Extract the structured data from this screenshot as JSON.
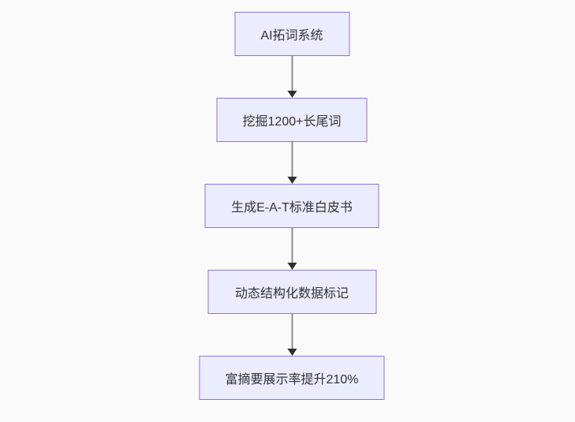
{
  "diagram": {
    "type": "flowchart-top-down",
    "background_color": "#fafafa",
    "node_fill_color": "#ececff",
    "node_border_color": "#9370db",
    "node_text_color": "#333333",
    "arrow_line_color": "#8c8c8c",
    "arrow_head_color": "#2f2f2f",
    "nodes": [
      {
        "id": "node-1",
        "label": "AI拓词系统"
      },
      {
        "id": "node-2",
        "label": "挖掘1200+长尾词"
      },
      {
        "id": "node-3",
        "label": "生成E-A-T标准白皮书"
      },
      {
        "id": "node-4",
        "label": "动态结构化数据标记"
      },
      {
        "id": "node-5",
        "label": "富摘要展示率提升210%"
      }
    ],
    "edges": [
      {
        "from": "node-1",
        "to": "node-2"
      },
      {
        "from": "node-2",
        "to": "node-3"
      },
      {
        "from": "node-3",
        "to": "node-4"
      },
      {
        "from": "node-4",
        "to": "node-5"
      }
    ]
  }
}
